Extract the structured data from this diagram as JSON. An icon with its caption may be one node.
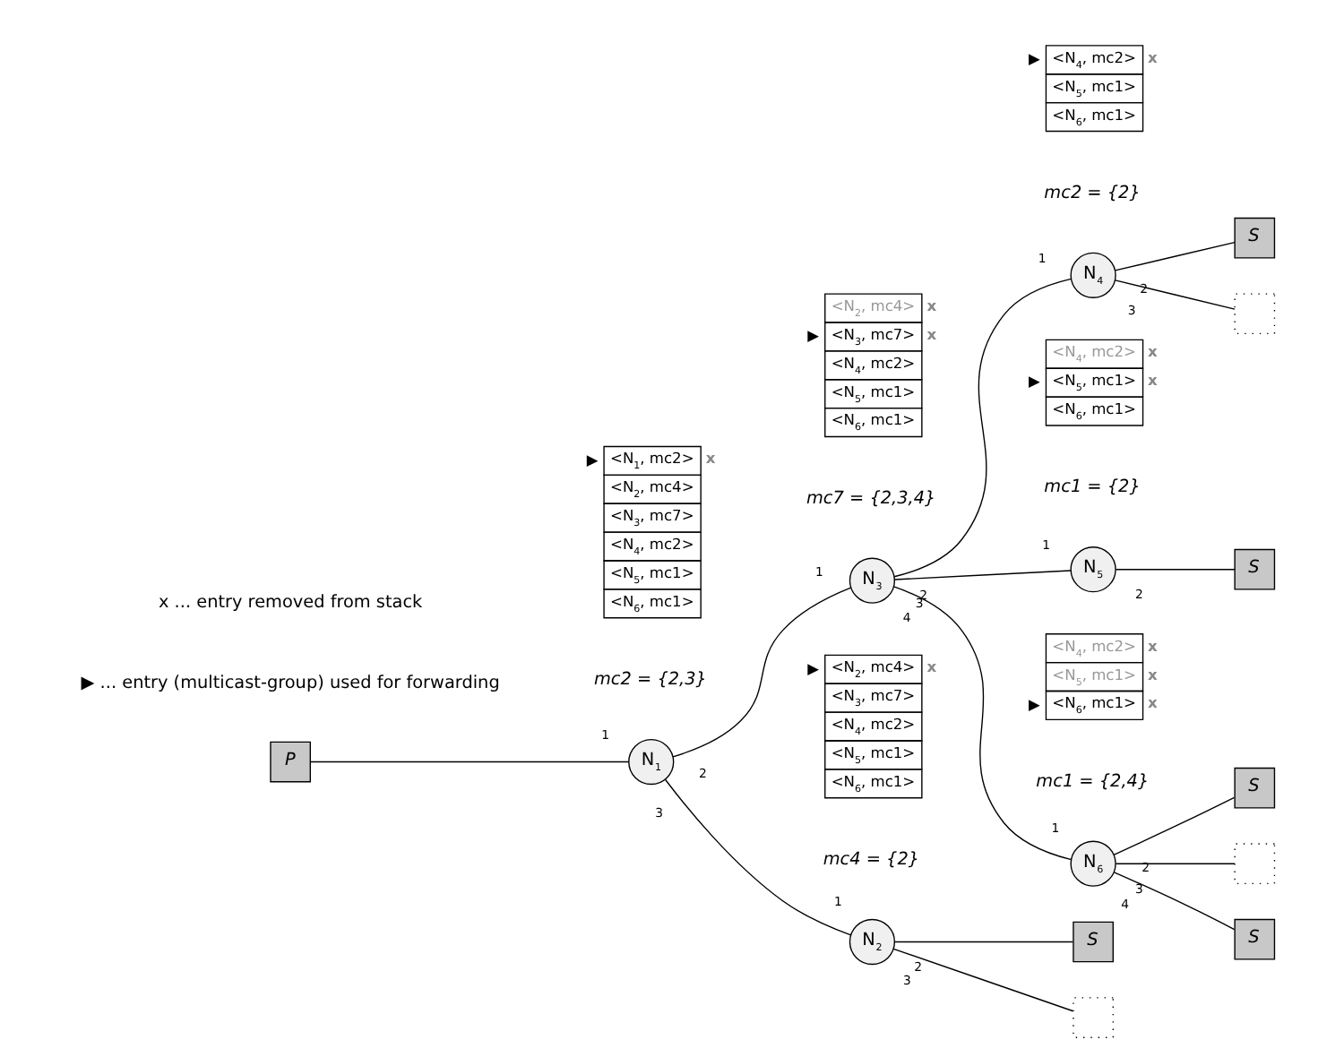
{
  "diagram": {
    "nodes": [
      {
        "text": [
          "P"
        ]
      },
      {
        "text": [
          "N$_{1}$"
        ],
        "beside": [
          "mc2 = {2,3}"
        ]
      },
      {
        "text": [
          "N$_{2}$"
        ],
        "beside": [
          "mc4 = {2}"
        ]
      },
      {
        "text": [
          "N$_{3}$"
        ],
        "beside": [
          "mc7 = {2,3,4}"
        ]
      },
      {
        "text": [
          "N$_{4}$"
        ],
        "beside": [
          "mc2 = {2}"
        ]
      },
      {
        "text": [
          "N$_{5}$"
        ],
        "beside": [
          "mc1 = {2}"
        ]
      },
      {
        "text": [
          "N$_{6}$"
        ],
        "beside": [
          "mc1 = {2,4}"
        ]
      },
      {
        "text": [
          "S"
        ]
      },
      {
        "text": [],
        "shape": "box"
      },
      {
        "text": [
          "S"
        ]
      },
      {
        "text": [
          "S"
        ]
      },
      {
        "text": [],
        "shape": "box"
      },
      {
        "text": [
          "S"
        ]
      },
      {
        "text": [],
        "shape": "box"
      },
      {
        "text": [
          "S"
        ]
      },
      {
        "text": [
          "<N$_{1}$, mc2>",
          "<N$_{2}$, mc4>",
          "<N$_{3}$, mc7>",
          "<N$_{4}$, mc2>",
          "<N$_{5}$, mc1>",
          "<N$_{6}$, mc1>"
        ],
        "beside": [
          "▶",
          "x"
        ]
      },
      {
        "text": [
          "<N$_{2}$, mc4>",
          "<N$_{3}$, mc7>",
          "<N$_{4}$, mc2>",
          "<N$_{5}$, mc1>",
          "<N$_{6}$, mc1>"
        ],
        "beside": [
          "▶",
          "x",
          "x"
        ]
      },
      {
        "text": [
          "<N$_{4}$, mc2>",
          "<N$_{5}$, mc1>",
          "<N$_{6}$, mc1>"
        ],
        "beside": [
          "▶",
          "x"
        ]
      },
      {
        "text": [
          "<N$_{4}$, mc2>",
          "<N$_{5}$, mc1>",
          "<N$_{6}$, mc1>"
        ],
        "beside": [
          "▶",
          "x",
          "x"
        ]
      },
      {
        "text": [
          "<N$_{2}$, mc4>",
          "<N$_{3}$, mc7>",
          "<N$_{4}$, mc2>",
          "<N$_{5}$, mc1>",
          "<N$_{6}$, mc1>"
        ],
        "beside": [
          "▶",
          "x"
        ]
      },
      {
        "text": [
          "<N$_{4}$, mc2>",
          "<N$_{5}$, mc1>",
          "<N$_{6}$, mc1>"
        ],
        "beside": [
          "▶",
          "x",
          "x",
          "x"
        ]
      }
    ],
    "edges": [
      {
        "from": 0,
        "to": 1,
        "arrow": "none"
      },
      {
        "from": 1,
        "to": 3,
        "arrow": "none"
      },
      {
        "from": 1,
        "to": 2,
        "arrow": "none"
      },
      {
        "from": 3,
        "to": 4,
        "arrow": "none"
      },
      {
        "from": 3,
        "to": 5,
        "arrow": "none"
      },
      {
        "from": 3,
        "to": 6,
        "arrow": "none"
      },
      {
        "from": 4,
        "to": 7,
        "arrow": "none"
      },
      {
        "from": 4,
        "to": 8,
        "arrow": "none"
      },
      {
        "from": 5,
        "to": 9,
        "arrow": "none"
      },
      {
        "from": 2,
        "to": 10,
        "arrow": "none"
      },
      {
        "from": 2,
        "to": 11,
        "arrow": "none"
      },
      {
        "from": 6,
        "to": 12,
        "arrow": "none"
      },
      {
        "from": 6,
        "to": 13,
        "arrow": "none"
      },
      {
        "from": 6,
        "to": 14,
        "arrow": "none"
      }
    ],
    "labels": [
      "1",
      "2",
      "1",
      "3",
      "1",
      "2",
      "1",
      "3",
      "1",
      "4",
      "1",
      "2",
      "3",
      "2",
      "2",
      "3",
      "2",
      "3",
      "4",
      "▶ ... entry (multicast-group) used for forwarding",
      "x ... entry removed from stack"
    ]
  }
}
